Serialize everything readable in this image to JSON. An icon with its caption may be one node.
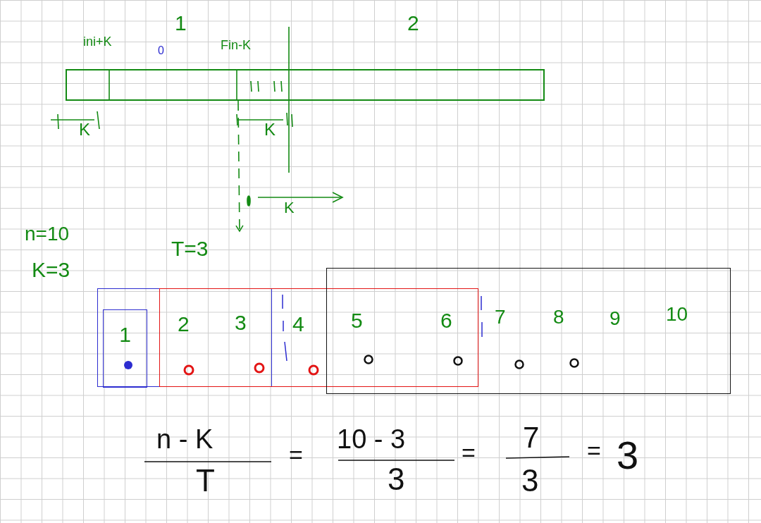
{
  "diagram": {
    "nodes": [
      {
        "text": [],
        "shape": "bar"
      },
      {
        "text": [
          "T=3"
        ]
      },
      {
        "text": [],
        "shape": "box"
      },
      {
        "text": [
          "1"
        ],
        "in": 2
      },
      {
        "text": [],
        "shape": "box"
      },
      {
        "text": [],
        "shape": "box"
      }
    ],
    "edges": [
      {
        "from": 0,
        "to": 1,
        "arrow": "to",
        "style": "dashed"
      }
    ],
    "labels": [
      "1",
      "2",
      "ini+K",
      "0",
      "Fin-K",
      "K",
      "K",
      "K",
      "n=10",
      "K=3",
      "2",
      "3",
      "4",
      "5",
      "6",
      "7",
      "8",
      "9",
      "10",
      "n - K",
      "T",
      "=",
      "10 - 3",
      "3",
      "=",
      "7",
      "3",
      "=",
      "3"
    ]
  }
}
